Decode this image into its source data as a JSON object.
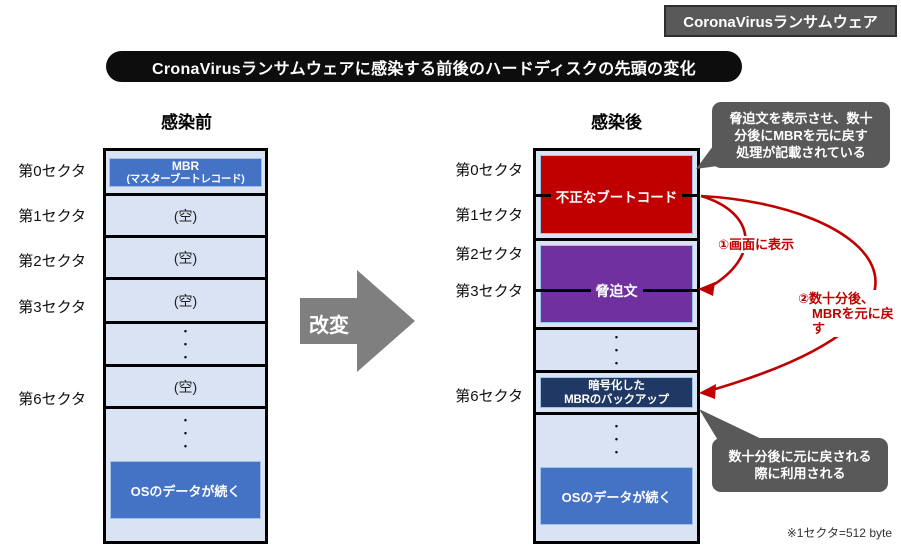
{
  "badge": {
    "label": "CoronaVirusランサムウェア"
  },
  "title": "CronaVirusランサムウェアに感染する前後のハードディスクの先頭の変化",
  "sectors": [
    "第0セクタ",
    "第1セクタ",
    "第2セクタ",
    "第3セクタ",
    "第6セクタ"
  ],
  "before": {
    "heading": "感染前",
    "mbr_line1": "MBR",
    "mbr_line2": "(マスターブートレコード)",
    "empty": "(空)",
    "os": "OSのデータが続く"
  },
  "after": {
    "heading": "感染後",
    "boot_code": "不正なブートコード",
    "ransom_note": "脅迫文",
    "backup_line1": "暗号化した",
    "backup_line2": "MBRのバックアップ",
    "os": "OSのデータが続く"
  },
  "mod_arrow": {
    "label": "改変"
  },
  "callouts": {
    "top_lines": [
      "脅迫文を表示させ、数十",
      "分後にMBRを元に戻す",
      "処理が記載されている"
    ],
    "bottom_lines": [
      "数十分後に元に戻される",
      "際に利用される"
    ]
  },
  "annotations": {
    "step1": "①画面に表示",
    "step2_line1": "②数十分後、",
    "step2_line2": "MBRを元に戻す"
  },
  "footnote": "※1セクタ=512 byte",
  "glyphs": {
    "dot": "•"
  },
  "colors": {
    "malicious_red": "#c00000",
    "ransom_purple": "#7030a0",
    "backup_navy": "#1f3864",
    "data_blue": "#4472c4",
    "sector_cell": "#dae3f3",
    "callout_gray": "#595959",
    "arrow_gray": "#7f7f7f",
    "annotation_red": "#c00000"
  }
}
